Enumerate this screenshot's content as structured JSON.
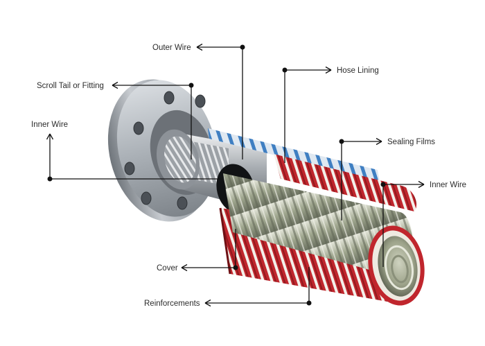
{
  "labels": {
    "outer_wire": "Outer Wire",
    "hose_lining": "Hose Lining",
    "scroll_tail": "Scroll Tail or Fitting",
    "inner_wire_left": "Inner Wire",
    "sealing_films": "Sealing Films",
    "inner_wire_right": "Inner Wire",
    "cover": "Cover",
    "reinforcements": "Reinforcements"
  },
  "colors": {
    "cover_red": "#c0262d",
    "flange_steel": "#a9aeb4",
    "lining_blue": "#3f7fc2",
    "inner_coil": "#b9bfa8",
    "leader": "#111111"
  }
}
